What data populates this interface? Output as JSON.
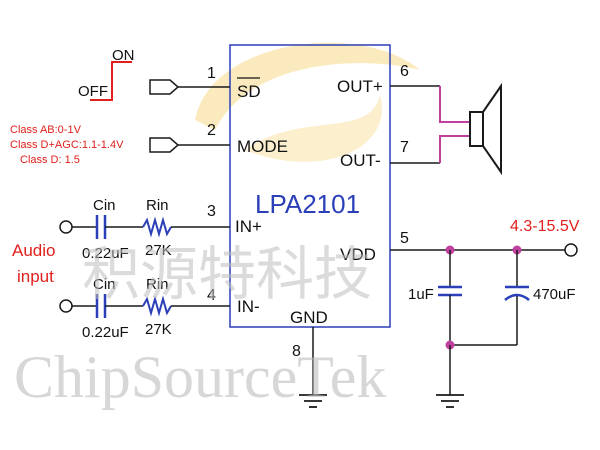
{
  "chip": {
    "name": "LPA2101",
    "pins": {
      "sd": "SD",
      "mode": "MODE",
      "in_plus": "IN+",
      "in_minus": "IN-",
      "gnd": "GND",
      "out_plus": "OUT+",
      "out_minus": "OUT-",
      "vdd": "VDD"
    },
    "pin_numbers": {
      "p1": "1",
      "p2": "2",
      "p3": "3",
      "p4": "4",
      "p5": "5",
      "p6": "6",
      "p7": "7",
      "p8": "8"
    }
  },
  "switch": {
    "on": "ON",
    "off": "OFF"
  },
  "mode_notes": [
    "Class AB:0-1V",
    "Class D+AGC:1.1-1.4V",
    "Class D:\t 1.5"
  ],
  "input": {
    "label_line1": "Audio",
    "label_line2": "input",
    "cin_label": "Cin",
    "cin_value": "0.22uF",
    "rin_label": "Rin",
    "rin_value": "27K"
  },
  "supply": {
    "voltage": "4.3-15.5V",
    "cap1": "1uF",
    "cap2": "470uF"
  },
  "watermark": {
    "chinese": "积源特科技",
    "english": "ChipSourceTek"
  },
  "colors": {
    "wire": "#1a1a1a",
    "chip_outline": "#2b3fb8",
    "capacitor": "#2b3fb8",
    "speaker": "#c040a0",
    "annotation": "#e0201c",
    "junction": "#c040a0"
  }
}
